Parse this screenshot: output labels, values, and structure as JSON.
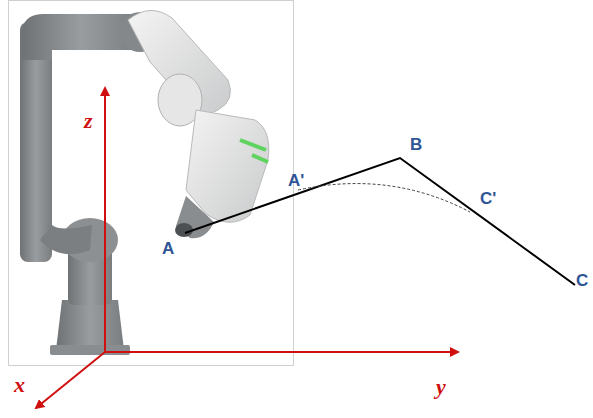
{
  "diagram": {
    "labels": [
      "z",
      "y",
      "x",
      "A",
      "A'",
      "B",
      "C'",
      "C"
    ]
  }
}
